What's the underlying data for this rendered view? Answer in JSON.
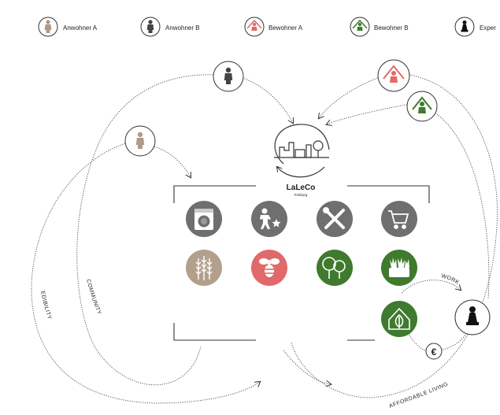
{
  "legend": {
    "items": [
      {
        "label": "Anwohner A",
        "color": "#b09a86",
        "icon": "person-icon"
      },
      {
        "label": "Anwohner B",
        "color": "#444444",
        "icon": "person-icon"
      },
      {
        "label": "Bewohner A",
        "color": "#e06a6a",
        "icon": "resident-house-icon"
      },
      {
        "label": "Bewohner B",
        "color": "#3f7a2e",
        "icon": "resident-house-icon"
      },
      {
        "label": "Exper",
        "color": "#111111",
        "icon": "chess-pawn-icon"
      }
    ]
  },
  "center": {
    "logo_title": "LaLeCo",
    "logo_subtitle": "Freiburg"
  },
  "curve_labels": {
    "edibility": "EDIBILITY",
    "community": "COMMUNITY",
    "work": "WORK",
    "affordable": "AFFORDABLE LIVING"
  },
  "services": [
    {
      "name": "laundry",
      "color": "#6f6f6f",
      "icon": "washing-machine-icon"
    },
    {
      "name": "childcare",
      "color": "#6f6f6f",
      "icon": "child-star-icon"
    },
    {
      "name": "repair",
      "color": "#6f6f6f",
      "icon": "tools-icon"
    },
    {
      "name": "shopping",
      "color": "#6f6f6f",
      "icon": "shopping-cart-icon"
    },
    {
      "name": "grain",
      "color": "#b3a08c",
      "icon": "wheat-icon"
    },
    {
      "name": "bees",
      "color": "#e06a6a",
      "icon": "bee-icon"
    },
    {
      "name": "trees",
      "color": "#3f7a2e",
      "icon": "trees-icon"
    },
    {
      "name": "gardening",
      "color": "#3f7a2e",
      "icon": "garden-bed-icon"
    },
    {
      "name": "housing",
      "color": "#3f7a2e",
      "icon": "house-leaf-icon"
    }
  ],
  "euro_symbol": "€",
  "colors": {
    "line": "#333333",
    "gray": "#6f6f6f",
    "tan": "#b3a08c",
    "pink": "#e06a6a",
    "green": "#3f7a2e"
  }
}
